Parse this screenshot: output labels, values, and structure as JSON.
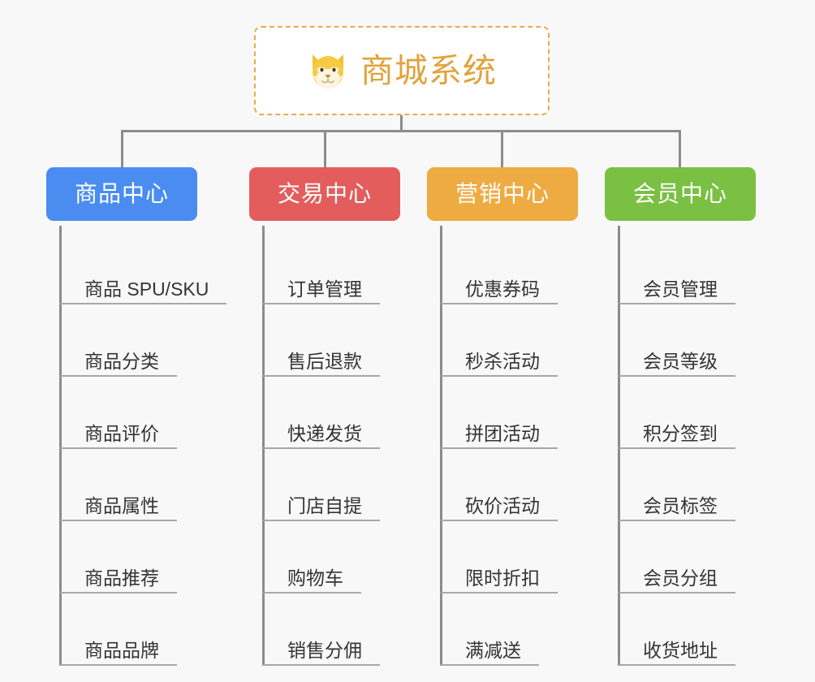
{
  "root": {
    "title": "商城系统",
    "icon": "dog-face-icon",
    "border_color": "#e8ab4a",
    "title_color": "#e0a33c"
  },
  "connector_color": "#8c8c8c",
  "background_color": "#f8f8f8",
  "columns": [
    {
      "label": "商品中心",
      "color": "#4a8cf0",
      "items": [
        "商品 SPU/SKU",
        "商品分类",
        "商品评价",
        "商品属性",
        "商品推荐",
        "商品品牌"
      ]
    },
    {
      "label": "交易中心",
      "color": "#e35d5d",
      "items": [
        "订单管理",
        "售后退款",
        "快递发货",
        "门店自提",
        "购物车",
        "销售分佣"
      ]
    },
    {
      "label": "营销中心",
      "color": "#eeab42",
      "items": [
        "优惠券码",
        "秒杀活动",
        "拼团活动",
        "砍价活动",
        "限时折扣",
        "满减送"
      ]
    },
    {
      "label": "会员中心",
      "color": "#7ac043",
      "items": [
        "会员管理",
        "会员等级",
        "积分签到",
        "会员标签",
        "会员分组",
        "收货地址"
      ]
    }
  ]
}
